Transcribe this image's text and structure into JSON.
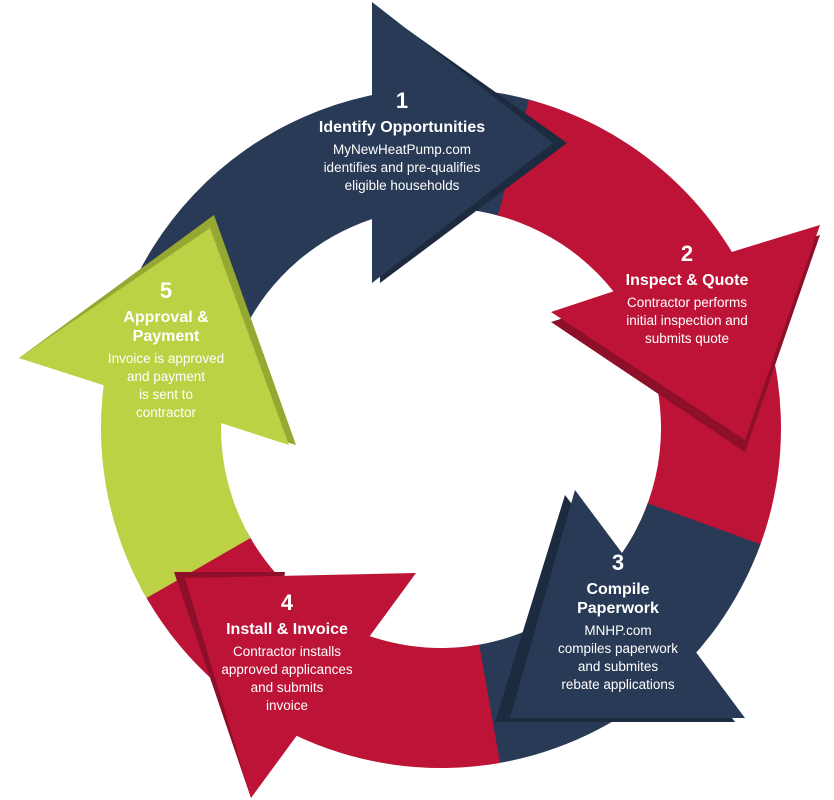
{
  "colors": {
    "navy": "#283a55",
    "navy_dark": "#1d2b40",
    "red": "#bd1336",
    "red_dark": "#8e0f2a",
    "green": "#bcd144",
    "green_dark": "#94a832"
  },
  "steps": [
    {
      "number": "1",
      "title": [
        "Identify Opportunities"
      ],
      "desc": [
        "MyNewHeatPump.com",
        "identifies and pre-qualifies",
        "eligible households"
      ]
    },
    {
      "number": "2",
      "title": [
        "Inspect & Quote"
      ],
      "desc": [
        "Contractor performs",
        "initial inspection and",
        "submits quote"
      ]
    },
    {
      "number": "3",
      "title": [
        "Compile",
        "Paperwork"
      ],
      "desc": [
        "MNHP.com",
        "compiles paperwork",
        "and submites",
        "rebate applications"
      ]
    },
    {
      "number": "4",
      "title": [
        "Install & Invoice"
      ],
      "desc": [
        "Contractor installs",
        "approved applicances",
        "and submits",
        "invoice"
      ]
    },
    {
      "number": "5",
      "title": [
        "Approval &",
        "Payment"
      ],
      "desc": [
        "Invoice is approved",
        "and payment",
        "is sent to",
        "contractor"
      ]
    }
  ]
}
